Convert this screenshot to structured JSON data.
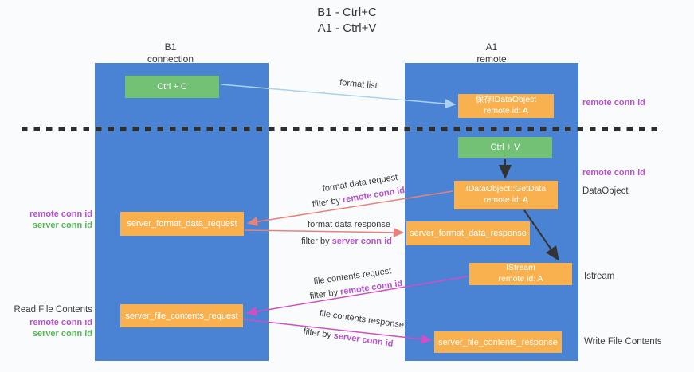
{
  "title": {
    "line1": "B1 - Ctrl+C",
    "line2": "A1 - Ctrl+V"
  },
  "lanes": {
    "left": {
      "name": "B1",
      "role": "connection"
    },
    "right": {
      "name": "A1",
      "role": "remote"
    }
  },
  "nodes": {
    "ctrl_c": {
      "label": "Ctrl + C"
    },
    "ctrl_v": {
      "label": "Ctrl + V"
    },
    "save_dataobject": {
      "line1": "保存IDataObject",
      "line2": "remote id: A"
    },
    "getdata": {
      "line1": "IDataObject::GetData",
      "line2": "remote id: A"
    },
    "istream": {
      "line1": "IStream",
      "line2": "remote id: A"
    },
    "format_request": {
      "label": "server_format_data_request"
    },
    "format_response": {
      "label": "server_format_data_response"
    },
    "file_request": {
      "label": "server_file_contents_request"
    },
    "file_response": {
      "label": "server_file_contents_response"
    }
  },
  "arrow_labels": {
    "format_list": "format list",
    "format_data_request": "format data request",
    "format_data_response": "format data response",
    "file_contents_request": "file contents request",
    "file_contents_response": "file contents response",
    "filter_by": "filter by",
    "remote_conn_id": "remote conn id",
    "server_conn_id": "server conn id"
  },
  "side_labels": {
    "right_remote_conn_id_top": "remote conn id",
    "right_remote_conn_id_mid": "remote conn id",
    "right_dataobject": "DataObject",
    "right_istream": "Istream",
    "right_write_file_contents": "Write File Contents",
    "left_remote_conn_id_mid": "remote conn id",
    "left_server_conn_id_mid": "server conn id",
    "left_read_file_contents": "Read File Contents",
    "left_remote_conn_id_bottom": "remote conn id",
    "left_server_conn_id_bottom": "server conn id"
  },
  "colors": {
    "lane_blue": "#4a82d4",
    "node_orange": "#f9b04e",
    "node_green": "#72c175",
    "purple_label": "#b552cd",
    "green_label": "#57b757",
    "salmon_arrow": "#e8827b",
    "magenta_arrow": "#d14fc4",
    "lightblue_arrow": "#a8d2ee",
    "black_arrow": "#333333",
    "dashed_line": "#2e2e2e"
  }
}
